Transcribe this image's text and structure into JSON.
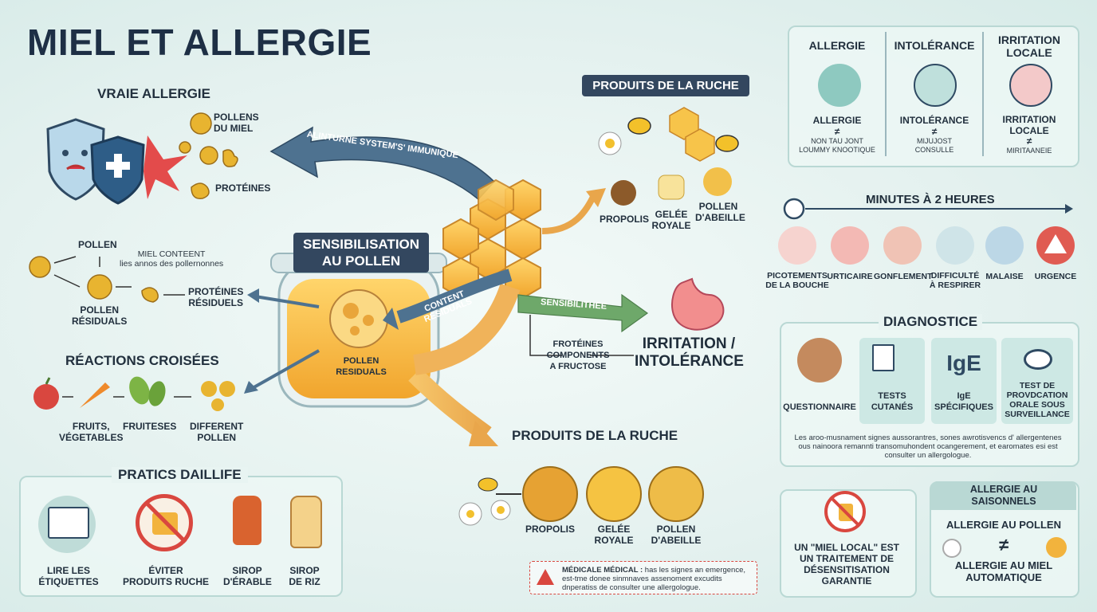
{
  "title": "MIEL ET ALLERGIE",
  "vraie_allergie": {
    "heading": "VRAIE ALLERGIE",
    "pollens": "POLLENS\nDU MIEL",
    "proteines": "PROTÉINES"
  },
  "immune_arrow": "ALINTURNE SYSTEM'S' IMMUNIQUE",
  "pollen_flow": {
    "pollen": "POLLEN",
    "miel_contient": "MIEL CONTEENT\nlies annos des pollernonnes",
    "pollen_residuals": "POLLEN\nRÉSIDUALS",
    "proteines_residuels": "PROTÉINES\nRÉSIDUELS"
  },
  "sensibilisation": "SENSIBILISATION\nAU POLLEN",
  "jar_label": "POLLEN\nRESIDUALS",
  "content_residuals": "CONTENT\nRESIDUALS",
  "reactions": {
    "heading": "RÉACTIONS CROISÉES",
    "fruits": "FRUITS,\nVÉGETABLES",
    "fruiteses": "FRUITESES",
    "different": "DIFFERENT\nPOLLEN"
  },
  "pratics": {
    "heading": "PRATICS DAILLIFE",
    "items": [
      "LIRE LES\nÉTIQUETTES",
      "ÉVITER\nPRODUITS RUCHE",
      "SIROP\nD'ÉRABLE",
      "SIROP\nDE RIZ"
    ]
  },
  "produits_top": {
    "heading": "PRODUITS DE LA RUCHE",
    "items": [
      "PROPOLIS",
      "GELÉE\nROYALE",
      "POLLEN\nD'ABEILLE"
    ]
  },
  "sensibilithee": "SENSIBILITHEE",
  "frotenes": "FROTÉINES\nCOMPONENTS\nA FRUCTOSE",
  "irritation": "IRRITATION /\nINTOLÉRANCE",
  "produits_bottom": {
    "heading": "PRODUITS DE LA RUCHE",
    "items": [
      "PROPOLIS",
      "GELÉE\nROYALE",
      "POLLEN\nD'ABEILLE"
    ]
  },
  "medical_note": {
    "bold": "MÉDICALE MÉDICAL :",
    "text": "has les signes an emergence, est-tme donee sinmnaves assenoment excudits dnperatiss de consulter une allergologue."
  },
  "comparison": {
    "columns": [
      {
        "title": "ALLERGIE",
        "sub": "ALLERGIE",
        "neq": "≠",
        "desc": "NON TAU JONT\nLOUMMY KNOOTIQUE"
      },
      {
        "title": "INTOLÉRANCE",
        "sub": "INTOLÉRANCE",
        "neq": "≠",
        "desc": "MIJUJOST\nCONSULLE"
      },
      {
        "title": "IRRITATION\nLOCALE",
        "sub": "IRRITATION\nLOCALE",
        "neq": "≠",
        "desc": "MIRITAANEIE"
      }
    ]
  },
  "timeline": {
    "heading": "MINUTES À 2 HEURES",
    "steps": [
      "PICOTEMENTS\nDE LA BOUCHE",
      "URTICAIRE",
      "GONFLEMENT",
      "DIFFICULTÉ\nÀ RESPIRER",
      "MALAISE",
      "URGENCE"
    ]
  },
  "diagnostic": {
    "heading": "DIAGNOSTICE",
    "items": [
      "QUESTIONNAIRE",
      "TESTS\nCUTANÉS",
      "IgE\nSPÉCIFIQUES",
      "TEST DE\nPROVDCATION\nORALE SOUS\nSURVEILLANCE"
    ],
    "ige": "IgE",
    "note": "Les aroo-musnament signes aussorantres, sones awrotisvencs d' allergentenes ous nainoora remannti transomuhondent ocangerement, et earomates esi est consulter un allergologue."
  },
  "miel_local": "UN \"MIEL LOCAL\" EST\nUN TRAITEMENT DE\nDÉSENSITISATION\nGARANTIE",
  "saison": {
    "heading": "ALLERGIE AU\nSAISONNELS",
    "top": "ALLERGIE AU POLLEN",
    "neq": "≠",
    "bottom": "ALLERGIE AU MIEL\nAUTOMATIQUE"
  },
  "colors": {
    "navy": "#33475f",
    "honey": "#f2b33d",
    "teal": "#bfe0dc",
    "red": "#d9534f",
    "arrow_blue": "#4e7290",
    "arrow_green": "#6ea86a"
  }
}
